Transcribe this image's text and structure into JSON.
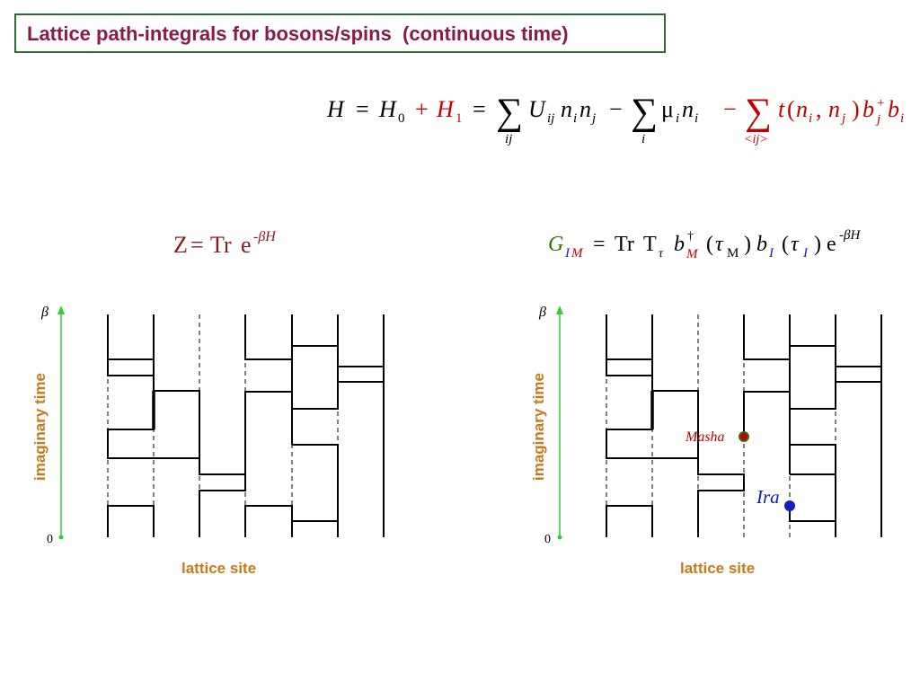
{
  "title": "Lattice path-integrals for bosons/spins  (continuous time)",
  "hamiltonian": {
    "H": "H",
    "eq1": "=",
    "H0": "H",
    "H0_sub": "0",
    "plus": "+",
    "H1": "H",
    "H1_sub": "1",
    "eq2": "=",
    "sum": "∑",
    "sum1_sub": "ij",
    "U": "U",
    "U_sub": "ij",
    "n1": "n",
    "n1_sub": "i",
    "n2": "n",
    "n2_sub": "j",
    "minus1": "−",
    "sum2_sub": "i",
    "mu": "μ",
    "mu_sub": "i",
    "n3": "n",
    "n3_sub": "i",
    "minus2": "−",
    "sum3_sub": "<ij>",
    "t": "t",
    "lp": "(",
    "n4": "n",
    "n4_sub": "i",
    "comma": ",",
    "n5": "n",
    "n5_sub": "j",
    "rp": ")",
    "b1": "b",
    "b1_sup": "+",
    "b1_sub": "j",
    "b2": "b",
    "b2_sub": "i"
  },
  "partition_fn": {
    "Z": "Z",
    "eq": "=",
    "tr": "Tr",
    "e": "e",
    "exp": "-βH"
  },
  "green_fn": {
    "G": "G",
    "G_sub1": "I",
    "G_sub2": "M",
    "eq": "=",
    "tr": "Tr",
    "T": "T",
    "T_sub": "τ",
    "bM": "b",
    "bM_sup": "†",
    "bM_sub": "M",
    "lp1": "(",
    "tauM": "τ",
    "tauM_sub": "M",
    "rp1": ")",
    "bI": "b",
    "bI_sub": "I",
    "lp2": "(",
    "tauI": "τ",
    "tauI_sub": "I",
    "rp2": ")",
    "e": "e",
    "exp": "-βH"
  },
  "left_diagram": {
    "y_axis": "imaginary time",
    "x_axis": "lattice site",
    "top_tick": "β",
    "bottom_tick": "0"
  },
  "right_diagram": {
    "y_axis": "imaginary time",
    "x_axis": "lattice site",
    "top_tick": "β",
    "bottom_tick": "0",
    "masha_label": "Masha",
    "ira_label": "Ira"
  },
  "colors": {
    "title": "#8b1a4a",
    "title_border": "#2e6b2e",
    "red": "#c00000",
    "green_G": "#2a7a00",
    "blue": "#1020c0",
    "axis_arrow": "#33cc33",
    "axis_label": "#c8781a"
  }
}
